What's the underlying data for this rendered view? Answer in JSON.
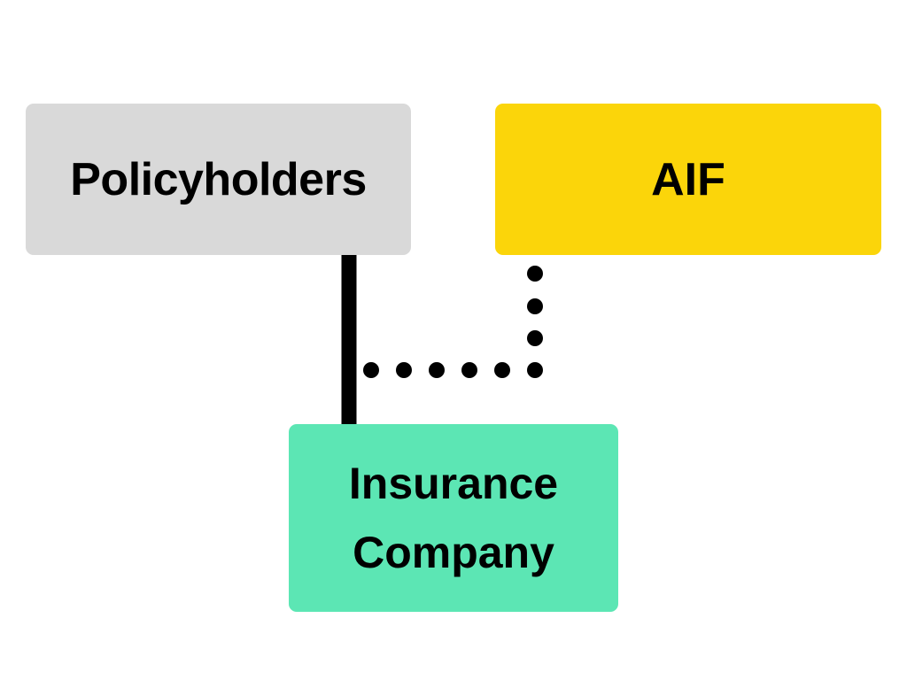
{
  "nodes": {
    "policyholders": {
      "label": "Policyholders",
      "fill": "#d9d9d9"
    },
    "aif": {
      "label": "AIF",
      "fill": "#fbd50a"
    },
    "insurance_company": {
      "label": "Insurance\nCompany",
      "fill": "#5ce6b4"
    }
  },
  "edges": [
    {
      "from": "Policyholders",
      "to": "Insurance Company",
      "style": "solid",
      "color": "#000000"
    },
    {
      "from": "AIF",
      "to": "Insurance Company",
      "style": "dotted",
      "color": "#000000"
    }
  ]
}
